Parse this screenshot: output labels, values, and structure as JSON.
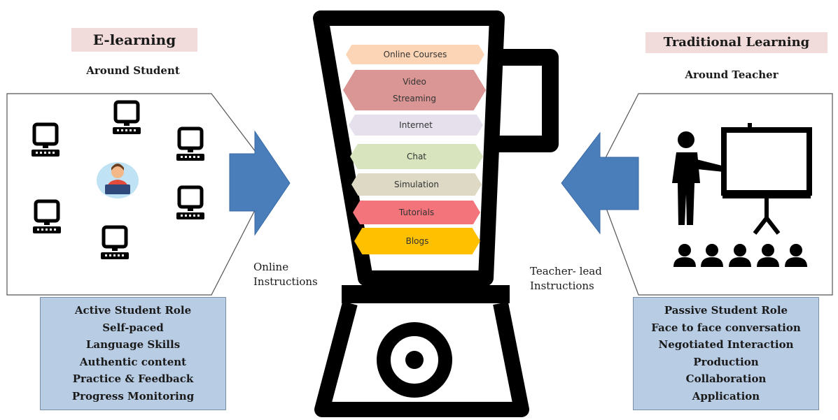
{
  "left": {
    "title": "E-learning",
    "subtitle": "Around Student",
    "caption_line1": "Online",
    "caption_line2": "Instructions",
    "points": [
      "Active Student Role",
      "Self-paced",
      "Language Skills",
      "Authentic content",
      "Practice & Feedback",
      "Progress Monitoring"
    ]
  },
  "right": {
    "title": "Traditional Learning",
    "subtitle": "Around Teacher",
    "caption_line1": "Teacher- lead",
    "caption_line2": "Instructions",
    "points": [
      "Passive Student Role",
      "Face to face conversation",
      "Negotiated Interaction",
      "Production",
      "Collaboration",
      "Application"
    ]
  },
  "blender": {
    "layers": [
      {
        "label_lines": [
          "Online Courses"
        ],
        "color": "#fbd5b5"
      },
      {
        "label_lines": [
          "Video",
          "Streaming"
        ],
        "color": "#d99694"
      },
      {
        "label_lines": [
          "Internet"
        ],
        "color": "#e5e0ec"
      },
      {
        "label_lines": [
          "Chat"
        ],
        "color": "#d7e4bd"
      },
      {
        "label_lines": [
          "Simulation"
        ],
        "color": "#ddd9c4"
      },
      {
        "label_lines": [
          "Tutorials"
        ],
        "color": "#f3747b"
      },
      {
        "label_lines": [
          "Blogs"
        ],
        "color": "#ffc000"
      }
    ]
  },
  "colors": {
    "arrow": "#4a7ebb",
    "notes_bg": "#b8cce4",
    "title_bg": "#f2dcdb"
  },
  "icons": [
    "computer-icon",
    "student-avatar-icon",
    "teacher-presentation-icon",
    "audience-icon",
    "right-arrow",
    "left-arrow",
    "blender-icon"
  ]
}
